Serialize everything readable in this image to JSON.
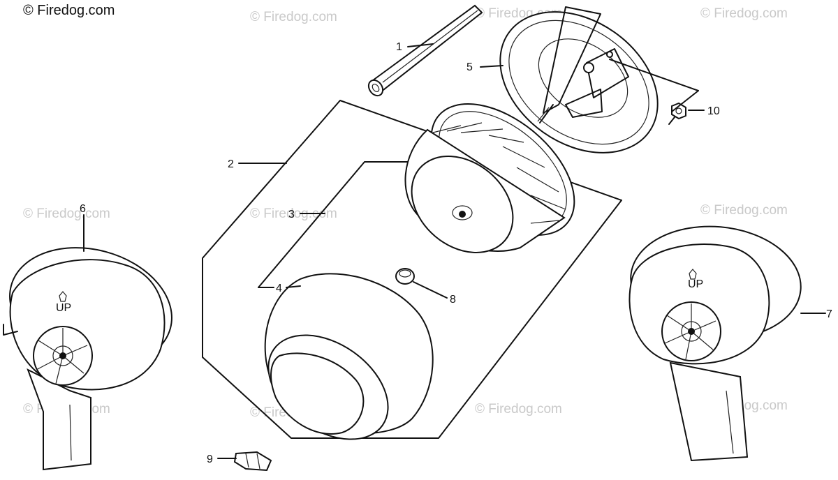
{
  "watermark": {
    "text": "© Firedog.com",
    "copyright": "© Firedog.com"
  },
  "callouts": [
    {
      "id": "1",
      "label": "1"
    },
    {
      "id": "2",
      "label": "2"
    },
    {
      "id": "3",
      "label": "3"
    },
    {
      "id": "4",
      "label": "4"
    },
    {
      "id": "5",
      "label": "5"
    },
    {
      "id": "6",
      "label": "6"
    },
    {
      "id": "7",
      "label": "7"
    },
    {
      "id": "8",
      "label": "8"
    },
    {
      "id": "9",
      "label": "9"
    },
    {
      "id": "10",
      "label": "10"
    }
  ],
  "markings": {
    "up": "UP"
  }
}
